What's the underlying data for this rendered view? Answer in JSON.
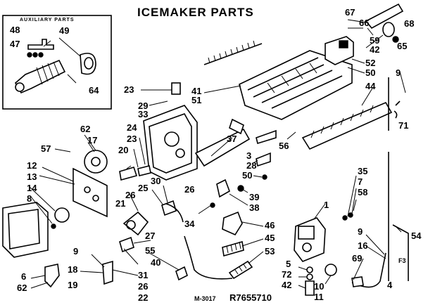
{
  "title": "ICEMAKER PARTS",
  "aux_box_title": "AUXILIARY PARTS",
  "drawing_number": "R7655710",
  "doc_code": "M-3017",
  "corner_mark": "F3",
  "labels": {
    "p48": "48",
    "p49": "49",
    "p47": "47",
    "p64": "64",
    "p23a": "23",
    "p29": "29",
    "p33": "33",
    "p41": "41",
    "p51": "51",
    "p67": "67",
    "p66": "66",
    "p68": "68",
    "p59": "59",
    "p42a": "42",
    "p65": "65",
    "p52": "52",
    "p50a": "50",
    "p9a": "9",
    "p44": "44",
    "p71": "71",
    "p62a": "62",
    "p17": "17",
    "p57": "57",
    "p24": "24",
    "p23b": "23",
    "p20": "20",
    "p37": "37",
    "p3": "3",
    "p56": "56",
    "p28": "28",
    "p50b": "50",
    "p12": "12",
    "p13": "13",
    "p14": "14",
    "p8": "8",
    "p30": "30",
    "p26a": "26",
    "p25": "25",
    "p26b": "26",
    "p21": "21",
    "p39": "39",
    "p38": "38",
    "p34": "34",
    "p35": "35",
    "p7": "7",
    "p58": "58",
    "p1": "1",
    "p54": "54",
    "p46": "46",
    "p45": "45",
    "p53": "53",
    "p27": "27",
    "p55": "55",
    "p40": "40",
    "p31": "31",
    "p26c": "26",
    "p22": "22",
    "p9b": "9",
    "p18": "18",
    "p19": "19",
    "p6": "6",
    "p62b": "62",
    "p5": "5",
    "p72": "72",
    "p42b": "42",
    "p10": "10",
    "p11": "11",
    "p9c": "9",
    "p16": "16",
    "p69": "69",
    "p4": "4"
  }
}
